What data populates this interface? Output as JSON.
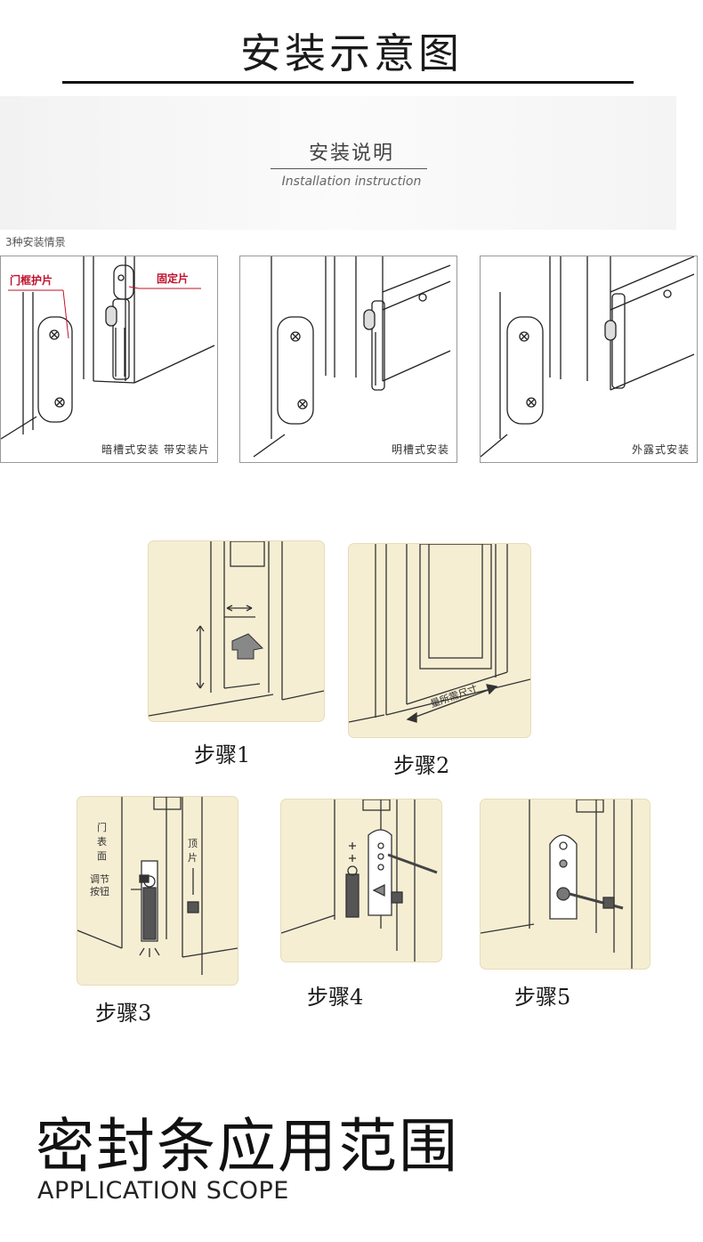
{
  "header": {
    "title": "安装示意图"
  },
  "banner": {
    "title": "安装说明",
    "subtitle": "Installation instruction"
  },
  "scenes": {
    "label": "3种安装情景",
    "items": [
      {
        "caption": "暗槽式安装  带安装片",
        "callouts": [
          "门框护片",
          "固定片"
        ]
      },
      {
        "caption": "明槽式安装"
      },
      {
        "caption": "外露式安装"
      }
    ]
  },
  "steps": {
    "items": [
      {
        "caption": "步骤1"
      },
      {
        "caption": "步骤2",
        "label": "量所需尺寸"
      },
      {
        "caption": "步骤3",
        "labels": [
          "门",
          "表",
          "面",
          "调节",
          "按钮",
          "顶",
          "片"
        ]
      },
      {
        "caption": "步骤4"
      },
      {
        "caption": "步骤5"
      }
    ]
  },
  "scope": {
    "title": "密封条应用范围",
    "subtitle": "APPLICATION SCOPE"
  },
  "colors": {
    "accent_red": "#c0102a",
    "step_background": "#f5eed3"
  }
}
